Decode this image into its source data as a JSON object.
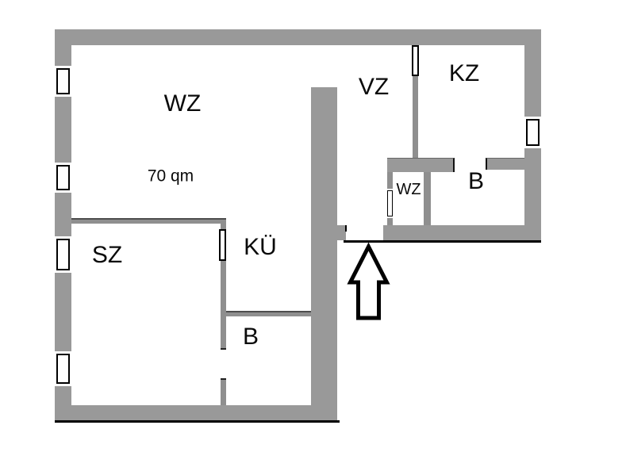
{
  "plan": {
    "type": "apartment-floor-plan",
    "area_text": "70 qm",
    "rooms": {
      "living": {
        "label": "WZ"
      },
      "bedroom": {
        "label": "SZ"
      },
      "kitchen": {
        "label": "KÜ"
      },
      "bath_lower": {
        "label": "B"
      },
      "hall": {
        "label": "VZ"
      },
      "kids_room": {
        "label": "KZ"
      },
      "wc": {
        "label": "WZ"
      },
      "bath_upper": {
        "label": "B"
      }
    },
    "symbols": {
      "entrance_arrow_direction": "up",
      "window_count": 6,
      "door_count": 3
    },
    "colors": {
      "wall": "#999999",
      "wall_thin": "#8f8f8f",
      "outline": "#000000",
      "background": "#ffffff"
    }
  }
}
